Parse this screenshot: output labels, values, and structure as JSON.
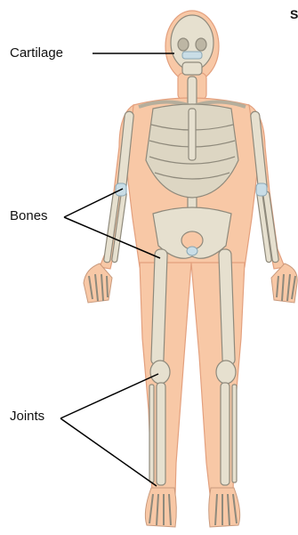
{
  "labels": {
    "cartilage": "Cartilage",
    "bones": "Bones",
    "joints": "Joints",
    "corner": "S"
  },
  "colors": {
    "skin": "#f8c8a6",
    "skin_outline": "#e3a07e",
    "bone": "#e6e0cf",
    "bone_outline": "#8f8a7c",
    "cartilage": "#c9dde6",
    "leader": "#000000"
  }
}
